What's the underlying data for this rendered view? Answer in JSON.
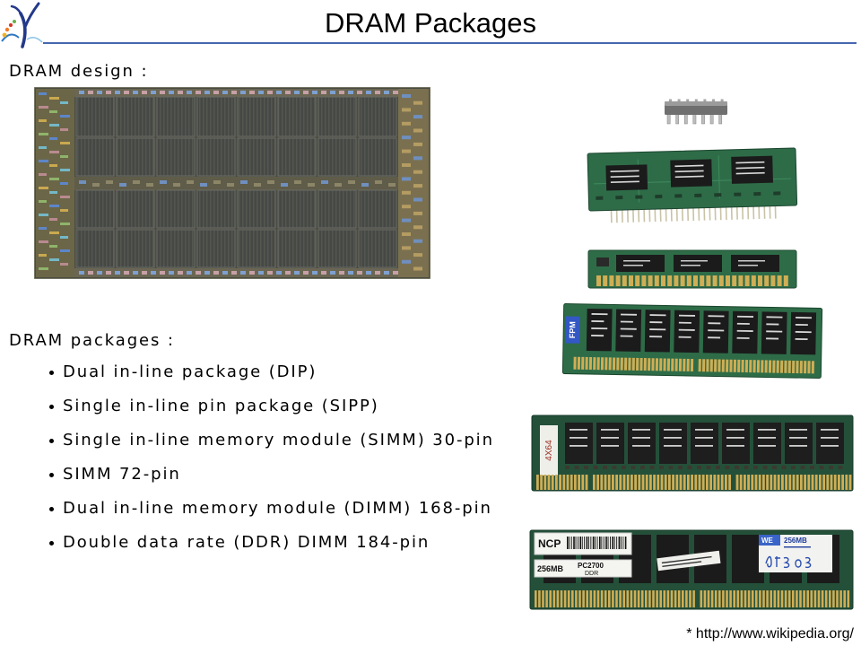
{
  "slide": {
    "title": "DRAM Packages",
    "footnote": "* http://www.wikipedia.org/"
  },
  "design_section": {
    "heading": "DRAM design :"
  },
  "packages_section": {
    "heading": "DRAM packages :",
    "items": [
      {
        "label": "Dual in-line package (DIP)"
      },
      {
        "label": "Single in-line pin package (SIPP)"
      },
      {
        "label": "Single in-line memory module (SIMM) 30-pin"
      },
      {
        "label": "SIMM 72-pin"
      },
      {
        "label": "Dual in-line memory module (DIMM) 168-pin"
      },
      {
        "label": "Double data rate (DDR) DIMM 184-pin"
      }
    ]
  },
  "photo_labels": {
    "simm72_sticker": "FPM",
    "dimm168_sticker": "4X64",
    "ddr_brand": "NCP",
    "ddr_capacity": "256MB",
    "ddr_speed": "PC2700",
    "ddr_type": "DDR",
    "ddr_vendor_tag": "WE"
  },
  "icons": {
    "logo": "y-swoosh-logo",
    "bullet": "bullet-dot"
  },
  "colors": {
    "title_rule": "#4767b0",
    "text": "#000000",
    "pcb_light_green": "#2e6c48",
    "pcb_dark_green": "#24503a",
    "contact_gold": "#cfae55",
    "chip_black": "#1b1b1b"
  }
}
